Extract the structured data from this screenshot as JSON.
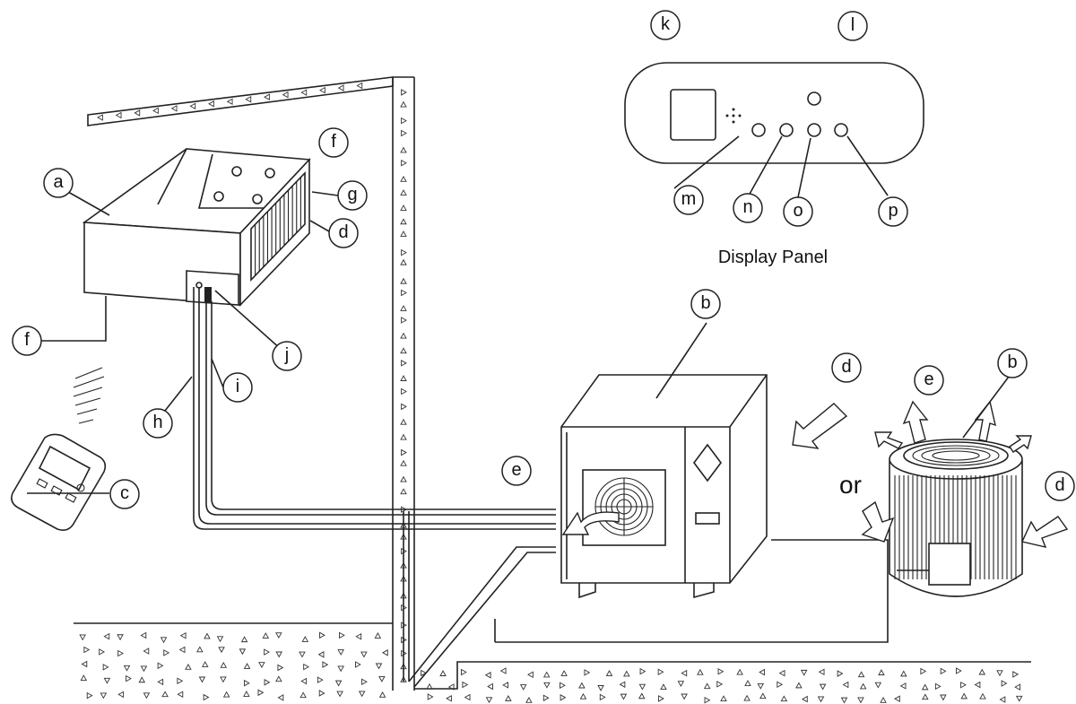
{
  "diagram": {
    "display_panel_caption": "Display Panel",
    "or_label": "or",
    "callouts": {
      "a": "a",
      "b1": "b",
      "b2": "b",
      "c": "c",
      "d1": "d",
      "d2": "d",
      "d3": "d",
      "e1": "e",
      "e2": "e",
      "f1": "f",
      "f2": "f",
      "g": "g",
      "h": "h",
      "i": "i",
      "j": "j",
      "k": "k",
      "l": "l",
      "m": "m",
      "n": "n",
      "o": "o",
      "p": "p"
    }
  }
}
